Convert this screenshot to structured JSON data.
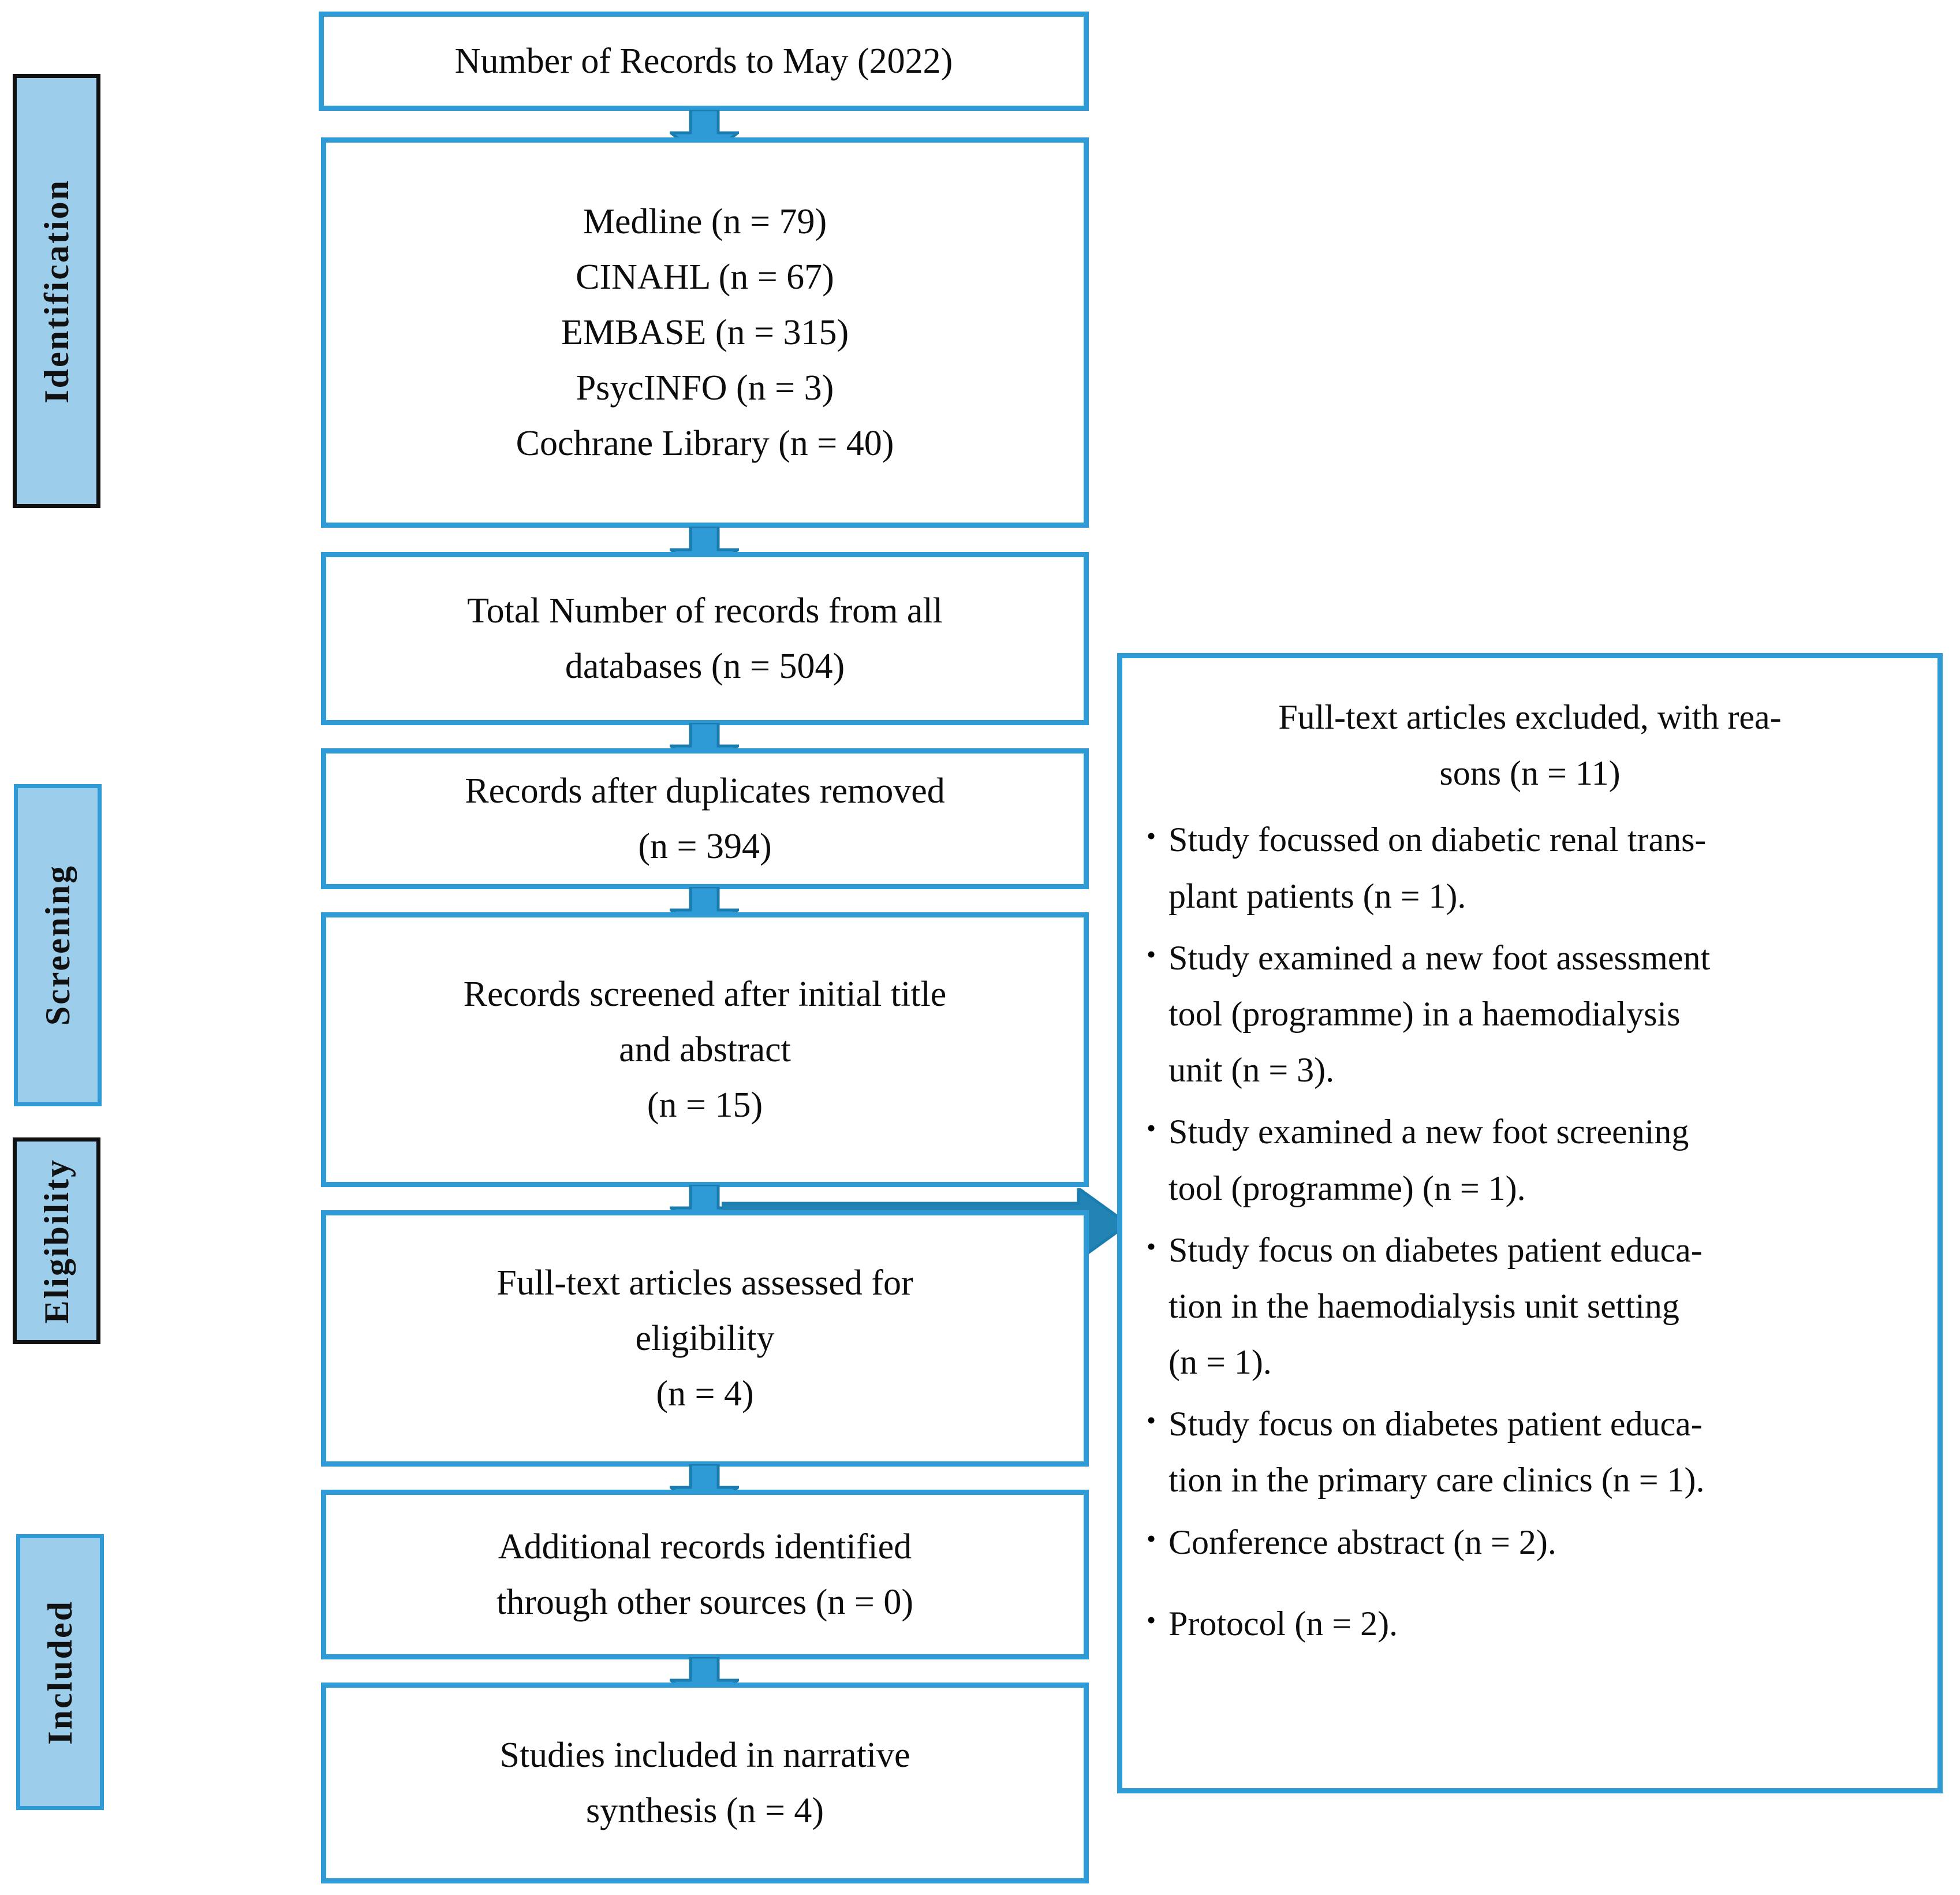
{
  "colors": {
    "accent_blue": "#2E9BD6",
    "stage_fill": "#9CCDEB",
    "arrow_fill": "#2E9BD6",
    "arrow_stroke": "#1B7CAF",
    "text": "#0d0d0d",
    "black_edge": "#101010"
  },
  "stages": [
    {
      "label": "Identification"
    },
    {
      "label": "Screening"
    },
    {
      "label": "Eligibility"
    },
    {
      "label": "Included"
    }
  ],
  "flow": {
    "records_to_date": {
      "lines": [
        "Number of Records to May (2022)"
      ]
    },
    "databases": {
      "lines": [
        "Medline (n = 79)",
        "CINAHL (n = 67)",
        "EMBASE (n = 315)",
        "PsycINFO (n = 3)",
        "Cochrane Library (n = 40)"
      ]
    },
    "total_records": {
      "lines": [
        "Total Number of records from all",
        "databases (n = 504)"
      ]
    },
    "duplicates_removed": {
      "lines": [
        "Records after duplicates removed",
        "(n = 394)"
      ]
    },
    "records_screened": {
      "lines": [
        "Records screened after initial title",
        "and abstract",
        "(n = 15)"
      ]
    },
    "fulltext_assessed": {
      "lines": [
        "Full-text articles assessed for",
        "eligibility",
        "(n = 4)"
      ]
    },
    "additional_records": {
      "lines": [
        "Additional records identified",
        "through other sources (n = 0)"
      ]
    },
    "studies_included": {
      "lines": [
        "Studies included in narrative",
        "synthesis (n = 4)"
      ]
    }
  },
  "excluded": {
    "heading_lines": [
      "Full-text articles excluded, with rea-",
      "sons (n = 11)"
    ],
    "items": [
      {
        "lines": [
          "Study focussed on diabetic renal trans-",
          "plant patients (n = 1)."
        ]
      },
      {
        "lines": [
          "Study examined a new foot assessment",
          "tool (programme) in a haemodialysis",
          "unit (n = 3)."
        ]
      },
      {
        "lines": [
          "Study examined a new foot screening",
          "tool (programme) (n = 1)."
        ]
      },
      {
        "lines": [
          "Study focus on diabetes patient educa-",
          "tion in the haemodialysis unit setting",
          "(n = 1)."
        ]
      },
      {
        "lines": [
          "Study focus on diabetes patient educa-",
          "tion in the primary care clinics (n = 1)."
        ]
      },
      {
        "lines": [
          "Conference abstract (n = 2)."
        ]
      },
      {
        "lines": [
          "Protocol (n = 2)."
        ]
      }
    ],
    "bullet_glyph": "•"
  }
}
